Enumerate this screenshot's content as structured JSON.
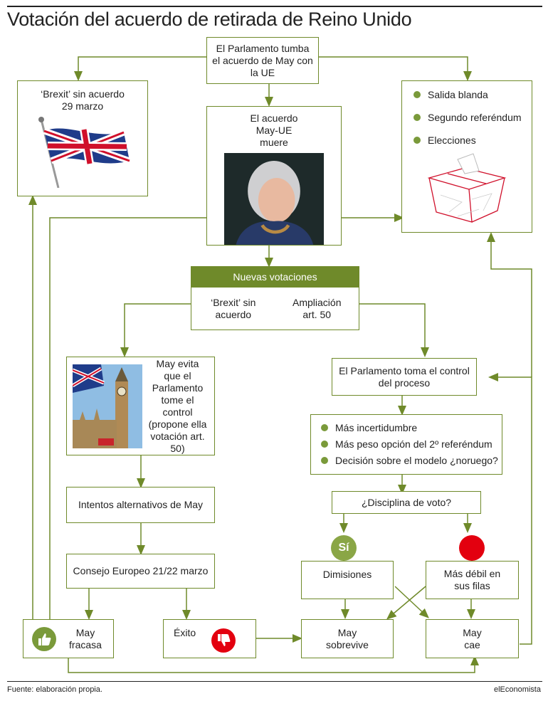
{
  "title": "Votación del acuerdo de retirada de Reino Unido",
  "boxes": {
    "parlamento_tumba": "El Parlamento tumba el acuerdo de May con la UE",
    "brexit_sin_acuerdo": "‘Brexit’ sin acuerdo 29 marzo",
    "acuerdo_muere": "El acuerdo May-UE muere",
    "nuevas_votaciones": "Nuevas votaciones",
    "opcion_brexit": "‘Brexit’ sin acuerdo",
    "opcion_ampliacion": "Ampliación art. 50",
    "may_evita": "May evita que el Parlamento tome el control (propone ella votación art. 50)",
    "parlamento_control": "El Parlamento toma el control del proceso",
    "intentos": "Intentos alternativos de May",
    "disciplina": "¿Disciplina de voto?",
    "consejo": "Consejo Europeo 21/22 marzo",
    "si": "Sí",
    "dimisiones": "Dimisiones",
    "mas_debil": "Más débil en sus filas",
    "may_fracasa": "May fracasa",
    "exito": "Éxito",
    "may_sobrevive": "May sobrevive",
    "may_cae": "May cae"
  },
  "outcomes": [
    "Salida blanda",
    "Segundo referéndum",
    "Elecciones"
  ],
  "consequences": [
    "Más incertidumbre",
    "Más peso opción del 2º referéndum",
    "Decisión sobre el modelo ¿noruego?"
  ],
  "footer": {
    "source": "Fuente: elaboración propia.",
    "brand": "elEconomista"
  },
  "colors": {
    "accent": "#6f8a2a",
    "dot": "#7a9a3a",
    "red": "#e3000f",
    "line": "#6f8a2a"
  },
  "icons": {
    "flag": "union-jack-flag-icon",
    "ballot": "ballot-box-icon",
    "thumbs_up": "thumbs-up-icon",
    "thumbs_down": "thumbs-down-icon"
  }
}
